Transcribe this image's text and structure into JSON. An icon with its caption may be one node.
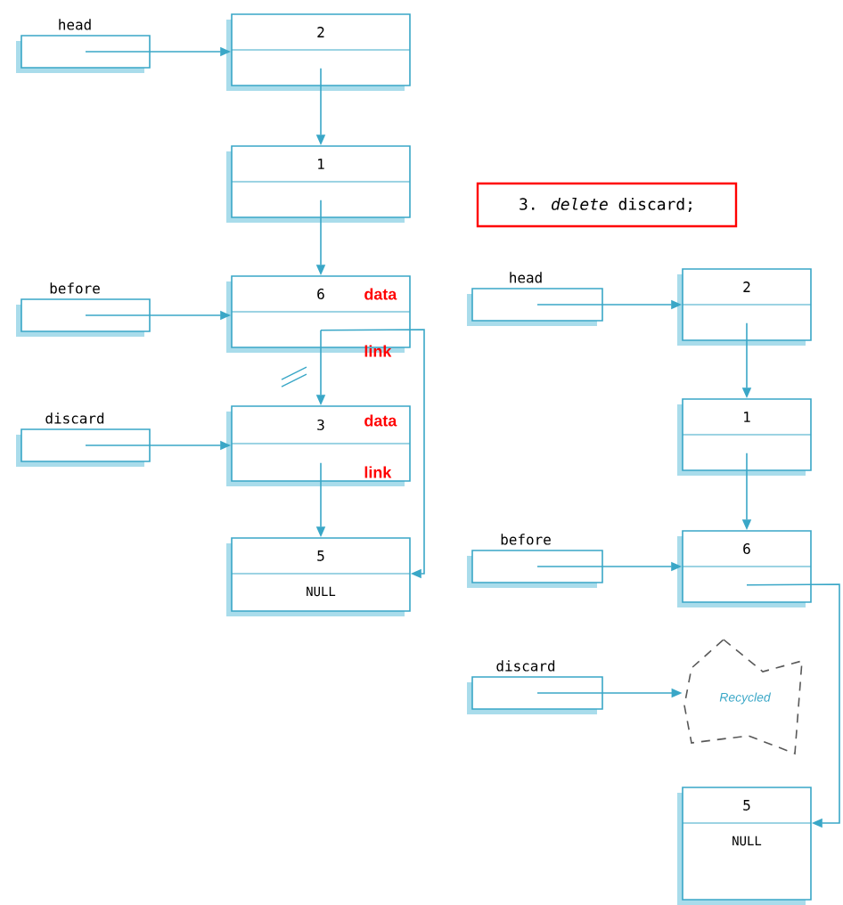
{
  "diagram": {
    "nodes": [
      {
        "text": [
          "head"
        ]
      },
      {
        "text": [
          "2"
        ]
      },
      {
        "text": [
          "1"
        ]
      },
      {
        "text": [
          "before"
        ]
      },
      {
        "text": [
          "6"
        ]
      },
      {
        "text": [
          "discard"
        ]
      },
      {
        "text": [
          "3"
        ]
      },
      {
        "text": [
          "5",
          "NULL"
        ]
      },
      {
        "text": [
          "3. *delete* discard;"
        ]
      },
      {
        "text": [
          "head"
        ]
      },
      {
        "text": [
          "2"
        ]
      },
      {
        "text": [
          "1"
        ]
      },
      {
        "text": [
          "before"
        ]
      },
      {
        "text": [
          "6"
        ]
      },
      {
        "text": [
          "discard"
        ]
      },
      {
        "text": [
          "Recycled"
        ]
      },
      {
        "text": [
          "5",
          "NULL"
        ]
      }
    ],
    "edges": [
      {
        "from": 0,
        "to": 1,
        "arrow": "to"
      },
      {
        "from": 1,
        "to": 2,
        "arrow": "to"
      },
      {
        "from": 2,
        "to": 4,
        "arrow": "to"
      },
      {
        "from": 3,
        "to": 4,
        "arrow": "to"
      },
      {
        "from": 4,
        "to": 6,
        "arrow": "to"
      },
      {
        "from": 5,
        "to": 6,
        "arrow": "to"
      },
      {
        "from": 6,
        "to": 7,
        "arrow": "to"
      },
      {
        "from": 4,
        "to": 7,
        "arrow": "to"
      },
      {
        "from": 9,
        "to": 10,
        "arrow": "to"
      },
      {
        "from": 10,
        "to": 11,
        "arrow": "to"
      },
      {
        "from": 11,
        "to": 13,
        "arrow": "to"
      },
      {
        "from": 12,
        "to": 13,
        "arrow": "to"
      },
      {
        "from": 14,
        "to": 15,
        "arrow": "to"
      },
      {
        "from": 13,
        "to": 16,
        "arrow": "to"
      }
    ],
    "labels": [
      "data",
      "link",
      "data",
      "link"
    ]
  }
}
